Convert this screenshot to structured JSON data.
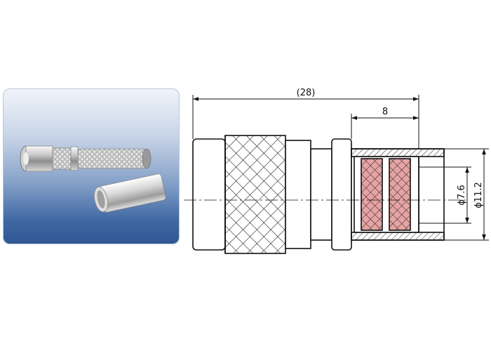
{
  "drawing": {
    "dimensions": {
      "overall_length": "(28)",
      "crimp_length": "8",
      "inner_diameter": "ϕ7.6",
      "outer_diameter": "ϕ11.2"
    }
  },
  "colors": {
    "panel_top": "#f1f4f9",
    "panel_bottom": "#2f5793",
    "knurl_fill": "#e6a3a3",
    "outline": "#111111"
  }
}
